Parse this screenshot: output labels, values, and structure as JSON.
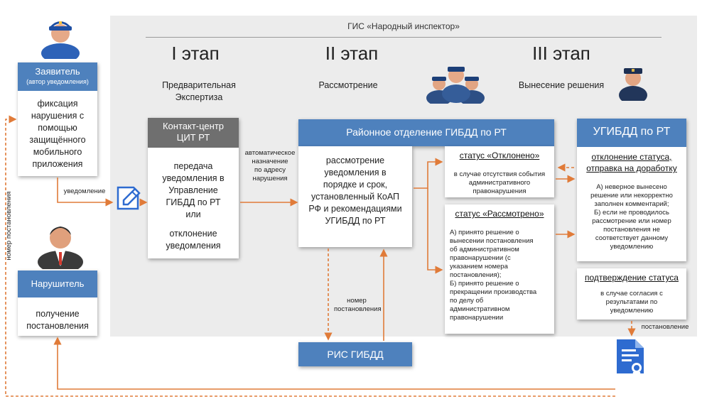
{
  "system_title": "ГИС «Народный инспектор»",
  "stages": {
    "stage1": {
      "title": "I этап",
      "subtitle_line1": "Предварительная",
      "subtitle_line2": "Экспертиза"
    },
    "stage2": {
      "title": "II этап",
      "subtitle": "Рассмотрение"
    },
    "stage3": {
      "title": "III этап",
      "subtitle": "Вынесение решения"
    }
  },
  "applicant": {
    "title": "Заявитель",
    "subtitle": "(автор уведомления)",
    "body": [
      "фиксация",
      "нарушения с",
      "помощью",
      "защищённого",
      "мобильного",
      "приложения"
    ]
  },
  "violator": {
    "title": "Нарушитель",
    "body": [
      "получение",
      "постановления"
    ]
  },
  "contact_center": {
    "title_line1": "Контакт-центр",
    "title_line2": "ЦИТ РТ",
    "body": [
      "передача",
      "уведомления в",
      "Управление",
      "ГИБДД по РТ",
      "или",
      "",
      "отклонение",
      "уведомления"
    ]
  },
  "district": {
    "title": "Районное отделение ГИБДД по РТ",
    "body": [
      "рассмотрение",
      "уведомления в",
      "порядке и срок,",
      "установленный КоАП",
      "РФ и рекомендациями",
      "УГИБДД по РТ"
    ]
  },
  "status_rejected": {
    "title": "статус «Отклонено»",
    "body": [
      "в случае отсутствия события",
      "административного",
      "правонарушения"
    ]
  },
  "status_reviewed": {
    "title": "статус «Рассмотрено»",
    "body": [
      "А) принято решение о",
      "вынесении постановления",
      "об административном",
      "правонарушении (с",
      "указанием номера",
      "постановления);",
      "Б) принято решение о",
      "прекращении производства",
      "по делу об",
      "административном",
      "правонарушении"
    ]
  },
  "ugibdd": {
    "title": "УГИБДД по РТ",
    "sub_title_line1": "отклонение статуса,",
    "sub_title_line2": "отправка на доработку",
    "body": [
      "А) неверное вынесено",
      "решение или некорректно",
      "заполнен комментарий;",
      "Б) если не проводилось",
      "рассмотрение или номер",
      "постановления не",
      "соответствует данному",
      "уведомлению"
    ]
  },
  "confirm": {
    "title": "подтверждение статуса",
    "body": [
      "в случае согласия с",
      "результатами по",
      "уведомлению"
    ]
  },
  "ris": {
    "title": "РИС ГИБДД"
  },
  "labels": {
    "notification": "уведомление",
    "auto_assign": [
      "автоматическое",
      "назначение",
      "по адресу",
      "нарушения"
    ],
    "resolution_number": [
      "номер",
      "постановления"
    ],
    "resolution_number_vertical": "номер постановления",
    "resolution": "постановление"
  },
  "colors": {
    "blue": "#4e81bd",
    "gray_header": "#6f6f6f",
    "orange": "#e07b39",
    "background": "#ececec"
  }
}
